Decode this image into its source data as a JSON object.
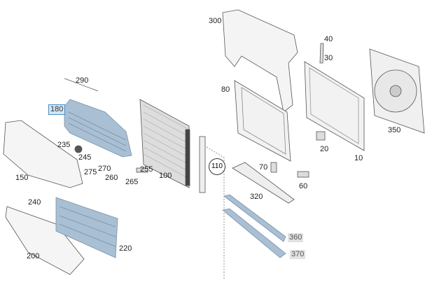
{
  "diagram": {
    "highlight_color": "#cfe6f5",
    "part_blue": "#a9bfd3",
    "labels": {
      "p300": "300",
      "p40": "40",
      "p30": "30",
      "p80": "80",
      "p350": "350",
      "p290": "290",
      "p180": "180",
      "p235": "235",
      "p245": "245",
      "p275": "275",
      "p270": "270",
      "p255": "255",
      "p260": "260",
      "p265": "265",
      "p100": "100",
      "p110": "110",
      "p70": "70",
      "p20": "20",
      "p10": "10",
      "p150": "150",
      "p60": "60",
      "p320": "320",
      "p240": "240",
      "p200": "200",
      "p220": "220",
      "p360": "360",
      "p370": "370"
    }
  }
}
